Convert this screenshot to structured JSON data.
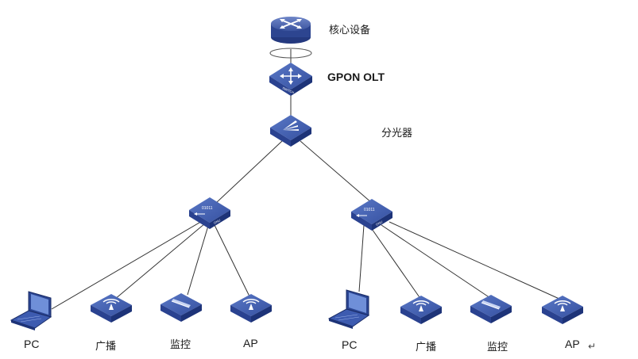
{
  "core": {
    "label": "核心设备"
  },
  "olt": {
    "label": "GPON OLT",
    "device_text": "SWITCH"
  },
  "splitter": {
    "label": "分光器"
  },
  "onus": [
    {
      "device_text": "ONU",
      "port_text": "01011",
      "endpoints": [
        {
          "type": "pc",
          "label": "PC"
        },
        {
          "type": "ap",
          "label": "广播"
        },
        {
          "type": "camera",
          "label": "监控"
        },
        {
          "type": "ap",
          "label": "AP"
        }
      ]
    },
    {
      "device_text": "ONU",
      "port_text": "01011",
      "endpoints": [
        {
          "type": "pc",
          "label": "PC"
        },
        {
          "type": "ap",
          "label": "广播"
        },
        {
          "type": "camera",
          "label": "监控"
        },
        {
          "type": "ap",
          "label": "AP"
        }
      ]
    }
  ],
  "colors": {
    "device_top": "#3f5fb0",
    "device_side_dark": "#1e347a",
    "device_side_light": "#2c4591",
    "link": "#333333"
  },
  "paragraph_mark": "↵"
}
